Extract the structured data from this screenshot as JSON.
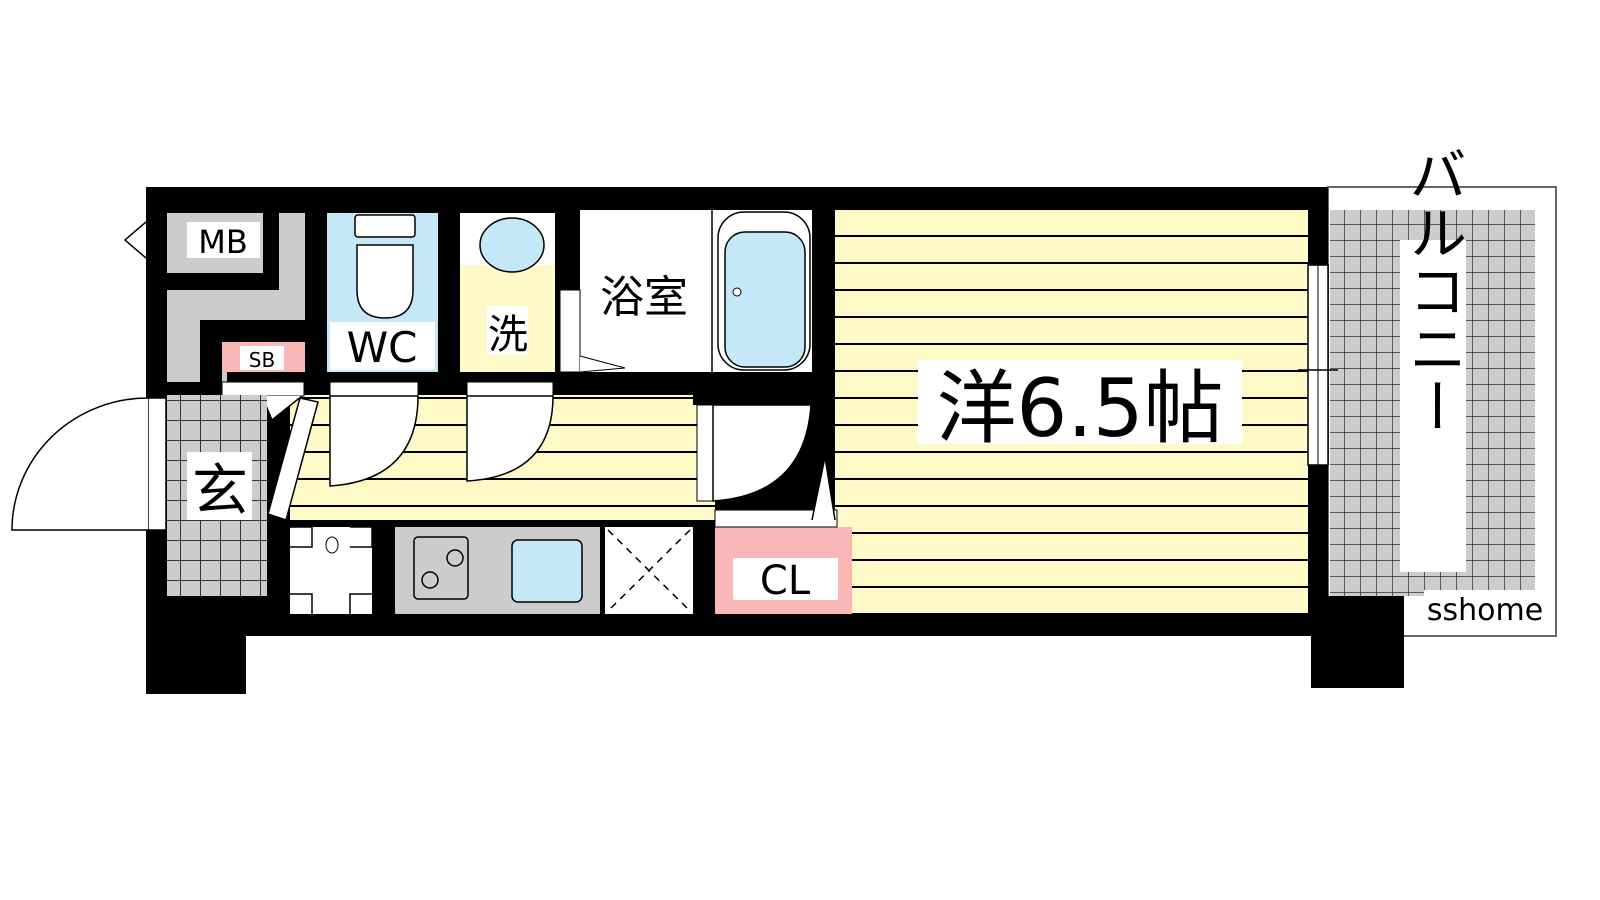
{
  "floorplan": {
    "rooms": {
      "mb": "MB",
      "sb": "SB",
      "wc": "WC",
      "wash": "洗",
      "bath": "浴室",
      "entrance": "玄",
      "closet": "CL",
      "western_room": "洋6.5帖",
      "balcony": "バルコニー"
    },
    "watermark": "sshome",
    "colors": {
      "wall": "#000000",
      "floor_yellow": "#fff9c8",
      "tile_gray": "#cccccc",
      "water_blue": "#c4e8f8",
      "storage_pink": "#f8b8b8"
    }
  }
}
